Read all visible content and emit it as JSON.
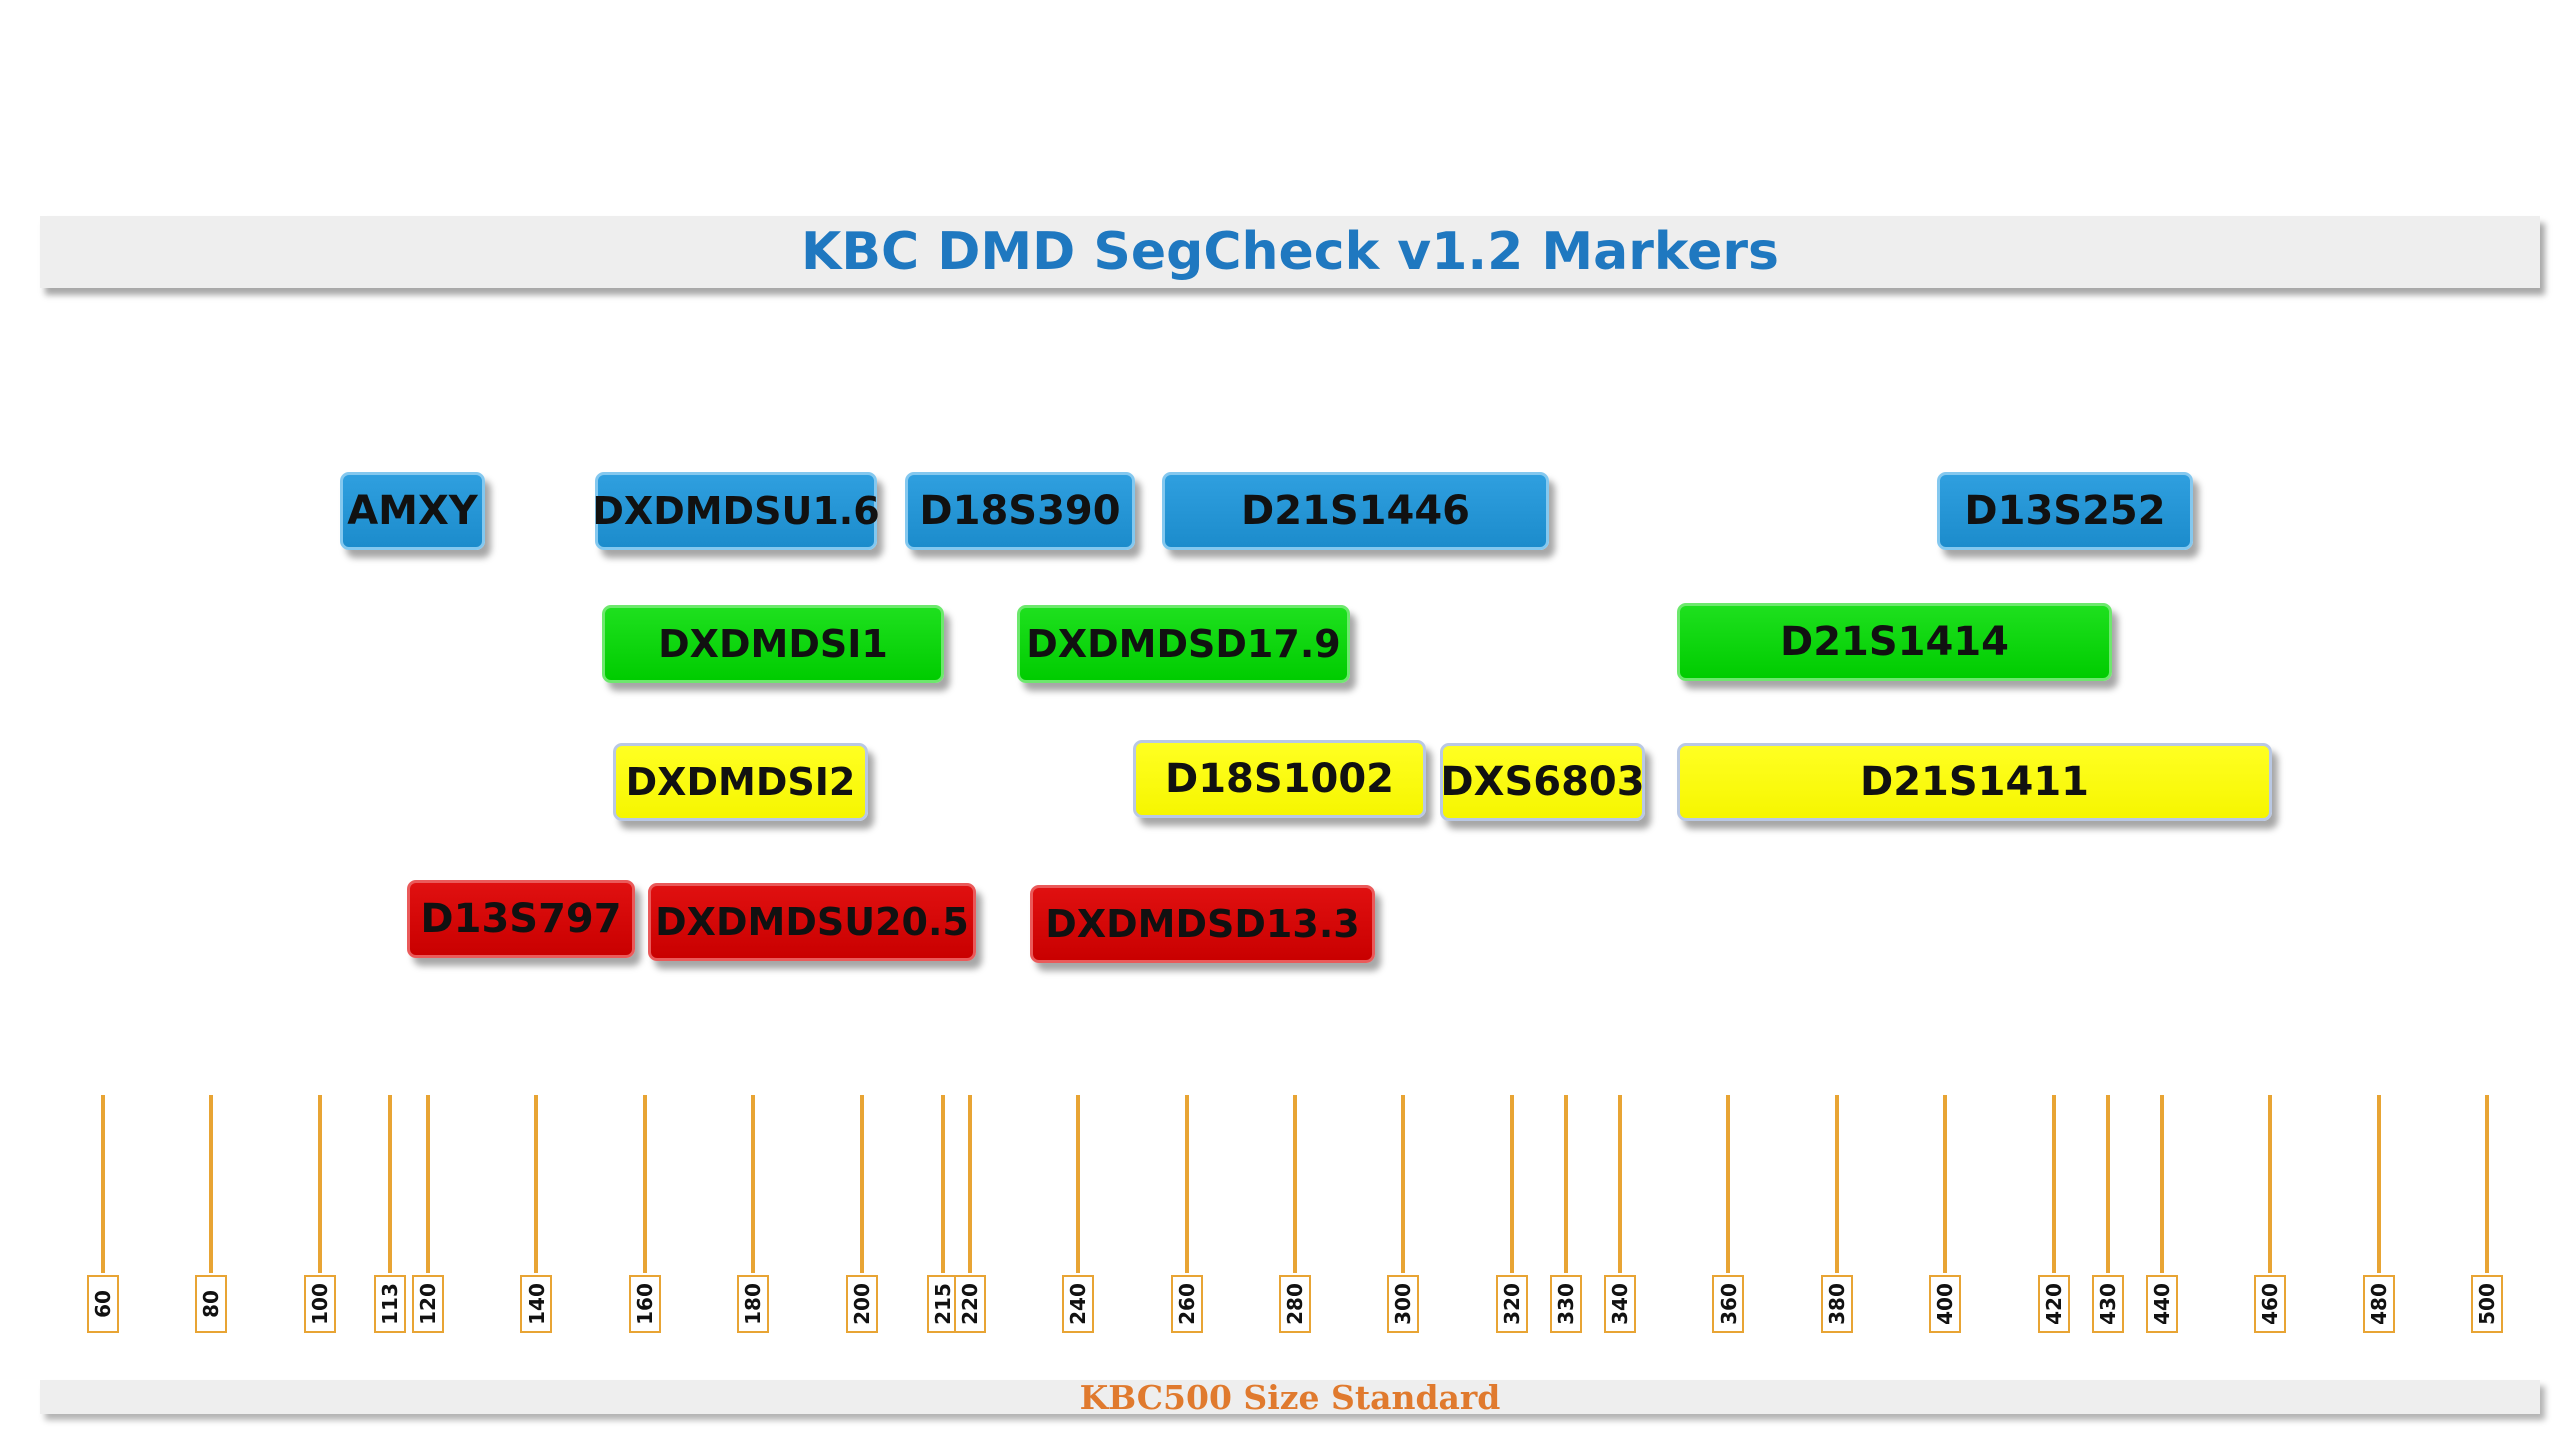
{
  "title": "KBC DMD SegCheck v1.2 Markers",
  "footer": "KBC500  Size Standard",
  "colors": {
    "blue": "#1f8fd0",
    "green": "#00cc00",
    "yellow": "#ffff00",
    "red": "#cc0000",
    "tick": "#e8a434",
    "title": "#1f78c0",
    "footer": "#e07a2e"
  },
  "markers": [
    {
      "label": "AMXY",
      "color": "blue"
    },
    {
      "label": "DXDMDSU1.6",
      "color": "blue"
    },
    {
      "label": "D18S390",
      "color": "blue"
    },
    {
      "label": "D21S1446",
      "color": "blue"
    },
    {
      "label": "D13S252",
      "color": "blue"
    },
    {
      "label": "DXDMDSI1",
      "color": "green"
    },
    {
      "label": "DXDMDSD17.9",
      "color": "green"
    },
    {
      "label": "D21S1414",
      "color": "green"
    },
    {
      "label": "DXDMDSI2",
      "color": "yellow"
    },
    {
      "label": "D18S1002",
      "color": "yellow"
    },
    {
      "label": "DXS6803",
      "color": "yellow"
    },
    {
      "label": "D21S1411",
      "color": "yellow"
    },
    {
      "label": "D13S797",
      "color": "red"
    },
    {
      "label": "DXDMDSU20.5",
      "color": "red"
    },
    {
      "label": "DXDMDSD13.3",
      "color": "red"
    }
  ],
  "size_standard": [
    "60",
    "80",
    "100",
    "113",
    "120",
    "140",
    "160",
    "180",
    "200",
    "215",
    "220",
    "240",
    "260",
    "280",
    "300",
    "320",
    "330",
    "340",
    "360",
    "380",
    "400",
    "420",
    "430",
    "440",
    "460",
    "480",
    "500"
  ]
}
